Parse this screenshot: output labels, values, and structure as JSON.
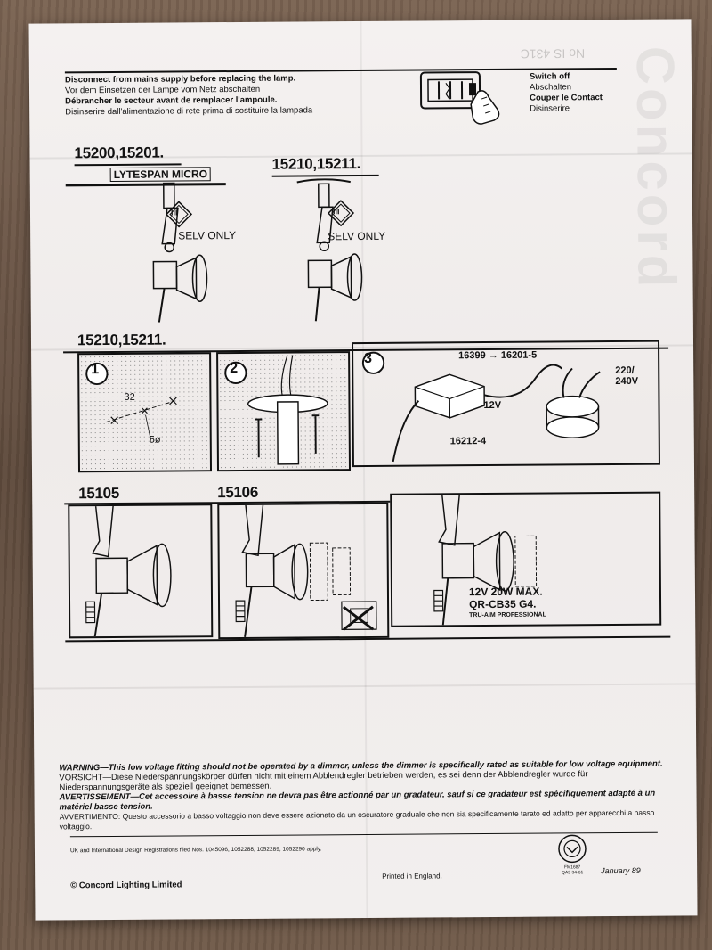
{
  "header": {
    "top_code": "No IS 431C",
    "disconnect_en": "Disconnect from mains supply before replacing the lamp.",
    "disconnect_de": "Vor dem Einsetzen der Lampe vom Netz abschalten",
    "disconnect_fr": "Débrancher le secteur avant de remplacer l'ampoule.",
    "disconnect_it": "Disinserire dall'alimentazione di rete prima di sostituire la lampada",
    "switch_en": "Switch off",
    "switch_de": "Abschalten",
    "switch_fr": "Couper le Contact",
    "switch_it": "Disinserire"
  },
  "fittings": {
    "left_model": "15200,15201.",
    "lytespan_label": "LYTESPAN MICRO",
    "left_class": "III",
    "left_selv": "SELV ONLY",
    "right_model": "15210,15211.",
    "right_class": "III",
    "right_selv": "SELV ONLY"
  },
  "install": {
    "model": "15210,15211.",
    "step1": "1",
    "step1_dim": "32",
    "step1_hole": "5ø",
    "step2": "2",
    "step3": "3",
    "transformer_top": "16399 → 16201-5",
    "mains": "220/\n240V",
    "low_voltage": "12V",
    "connector": "16212-4"
  },
  "lamp": {
    "model_a": "15105",
    "model_b": "15106",
    "spec_1": "12V 20W MAX.",
    "spec_2": "QR-CB35 G4.",
    "brand": "TRU-AIM PROFESSIONAL"
  },
  "warnings": {
    "en": "WARNING—This low voltage fitting should not be operated by a dimmer, unless the dimmer is specifically rated as suitable for low voltage equipment.",
    "de": "VORSICHT—Diese Niederspannungskörper dürfen nicht mit einem Abblendregler betrieben werden, es sei denn der Abblendregler wurde für Niederspannungsgeräte als speziell geeignet bemessen.",
    "fr": "AVERTISSEMENT—Cet accessoire à basse tension ne devra pas être actionné par un gradateur, sauf si ce gradateur est spécifiquement adapté à un matériel basse tension.",
    "it": "AVVERTIMENTO: Questo accessorio a basso voltaggio non deve essere azionato da un oscuratore graduale che non sia specificamente tarato ed adatto per apparecchi a basso voltaggio."
  },
  "footer": {
    "registrations": "UK and International Design Registrations filed Nos. 1045096, 1052288, 1052289, 1052290 apply.",
    "printed": "Printed in England.",
    "date": "January  89",
    "copyright": "© Concord Lighting Limited",
    "cert_code": "FM1687\nQA9 34-61"
  },
  "colors": {
    "paper": "#f2efee",
    "ink": "#111111",
    "wood": "#6b5646"
  }
}
